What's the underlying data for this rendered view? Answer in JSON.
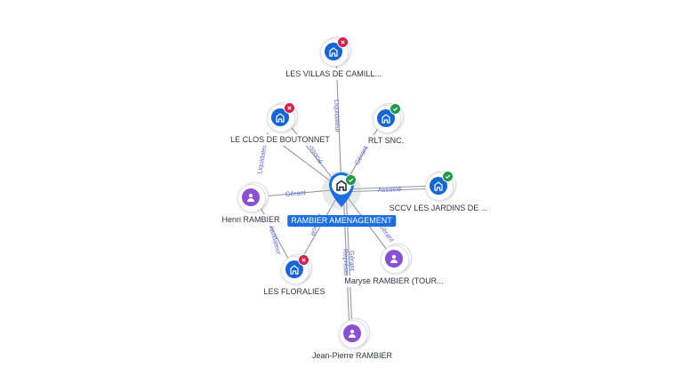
{
  "graph": {
    "center": {
      "label": "RAMBIER AMENAGEMENT",
      "icon": "company-building-icon",
      "status": "active"
    },
    "nodes": [
      {
        "id": "villas",
        "label": "LES VILLAS DE CAMILL...",
        "kind": "company",
        "status": "closed"
      },
      {
        "id": "clos",
        "label": "LE CLOS DE BOUTONNET",
        "kind": "company",
        "status": "closed"
      },
      {
        "id": "rlt",
        "label": "RLT SNC.",
        "kind": "company",
        "status": "active"
      },
      {
        "id": "sccv",
        "label": "SCCV LES JARDINS DE ...",
        "kind": "company",
        "status": "active"
      },
      {
        "id": "henri",
        "label": "Henri RAMBIER",
        "kind": "person",
        "status": ""
      },
      {
        "id": "floralies",
        "label": "LES FLORALIES",
        "kind": "company",
        "status": "closed"
      },
      {
        "id": "maryse",
        "label": "Maryse RAMBIER (TOUR...",
        "kind": "person",
        "status": ""
      },
      {
        "id": "jeanpierre",
        "label": "Jean-Pierre RAMBIER",
        "kind": "person",
        "status": ""
      }
    ],
    "edges": [
      {
        "to": "villas",
        "label": "Liquidateur"
      },
      {
        "to": "clos",
        "label": "Associé"
      },
      {
        "to": "clos",
        "label": "Liquidateur"
      },
      {
        "to": "rlt",
        "label": "Gérant"
      },
      {
        "to": "sccv",
        "label": "Associé"
      },
      {
        "to": "henri",
        "label": "Gérant"
      },
      {
        "to": "floralies",
        "label": "Liquidateur"
      },
      {
        "to": "floralies",
        "label": "Associé"
      },
      {
        "to": "jeanpierre",
        "label": "Gérant"
      },
      {
        "to": "jeanpierre",
        "label": "Représent"
      },
      {
        "to": "maryse",
        "label": "Gérant"
      }
    ]
  },
  "colors": {
    "company": "#1565d8",
    "person": "#8a4fd8",
    "closed_badge": "#d81e4a",
    "active_badge": "#1f9a4b",
    "center_label_bg": "#1c6fe0",
    "edge_label": "#5c6bd6"
  }
}
